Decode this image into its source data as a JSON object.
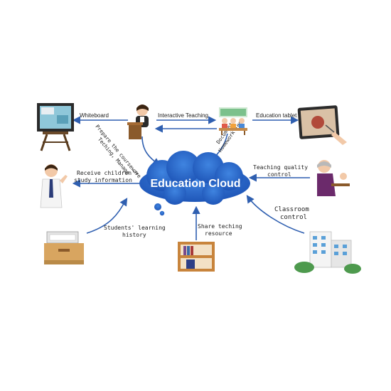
{
  "diagram": {
    "center": "Education Cloud",
    "labels": {
      "whiteboard": "Whiteboard",
      "interactive_teaching": "Interactive Teaching",
      "education_tablet": "Education tablet",
      "prepare_line1": "Prepare the courseware",
      "prepare_line2": "Teching, Manage",
      "homework_line1": "Homework Test",
      "homework_line2": "Document",
      "receive_line1": "Receive children's",
      "receive_line2": "study information",
      "quality_line1": "Teaching quality",
      "quality_line2": "control",
      "history_line1": "Students' learning",
      "history_line2": "history",
      "share_line1": "Share teching",
      "share_line2": "resource",
      "classroom_line1": "Classroom",
      "classroom_line2": "control"
    },
    "nodes": [
      {
        "id": "whiteboard",
        "icon": "interactive-whiteboard-icon"
      },
      {
        "id": "teacher",
        "icon": "teacher-at-podium-icon"
      },
      {
        "id": "classroom",
        "icon": "classroom-students-icon"
      },
      {
        "id": "tablet",
        "icon": "education-tablet-icon"
      },
      {
        "id": "parent",
        "icon": "parent-man-icon"
      },
      {
        "id": "principal",
        "icon": "principal-woman-icon"
      },
      {
        "id": "printer",
        "icon": "record-printer-icon"
      },
      {
        "id": "shelf",
        "icon": "resource-bookshelf-icon"
      },
      {
        "id": "building",
        "icon": "school-building-icon"
      }
    ],
    "colors": {
      "arrow": "#2f5fb0",
      "cloud": "#1f63c6",
      "cloud_light": "#3f84e0"
    }
  }
}
